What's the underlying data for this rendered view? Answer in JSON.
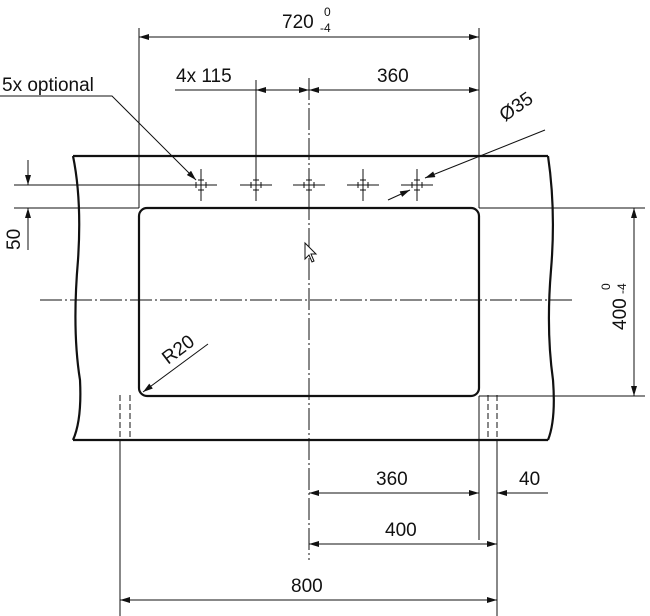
{
  "drawing": {
    "overall_width": {
      "value": "720",
      "tol_upper": "0",
      "tol_lower": "-4"
    },
    "hole_spacing": "4x 115",
    "hole_offset": "360",
    "holes_note": "5x optional",
    "hole_diameter": "Ø35",
    "edge_distance": "50",
    "cutout_height": {
      "value": "400",
      "tol_upper": "0",
      "tol_lower": "-4"
    },
    "corner_radius": "R20",
    "bottom_dims": {
      "half_cutout": "360",
      "margin": "40",
      "half_width": "400",
      "total_width": "800"
    }
  }
}
